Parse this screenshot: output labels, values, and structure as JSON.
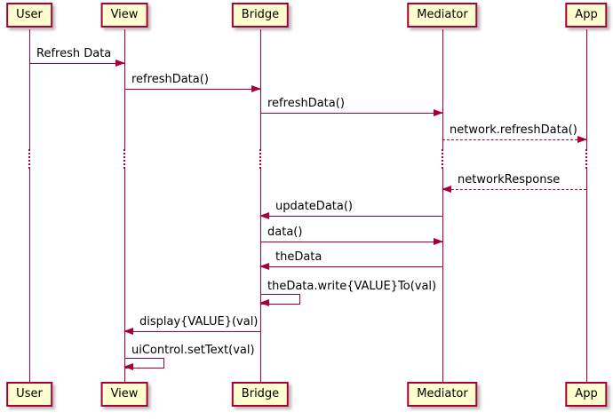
{
  "diagram": {
    "kind": "uml-sequence-diagram",
    "participants": [
      {
        "name": "User"
      },
      {
        "name": "View"
      },
      {
        "name": "Bridge"
      },
      {
        "name": "Mediator"
      },
      {
        "name": "App"
      }
    ],
    "messages": [
      {
        "from": "User",
        "to": "View",
        "label": "Refresh Data",
        "line": "solid"
      },
      {
        "from": "View",
        "to": "Bridge",
        "label": "refreshData()",
        "line": "solid"
      },
      {
        "from": "Bridge",
        "to": "Mediator",
        "label": "refreshData()",
        "line": "solid"
      },
      {
        "from": "Mediator",
        "to": "App",
        "label": "network.refreshData()",
        "line": "dashed"
      },
      {
        "from": "App",
        "to": "Mediator",
        "label": "networkResponse",
        "line": "dashed"
      },
      {
        "from": "Mediator",
        "to": "Bridge",
        "label": "updateData()",
        "line": "solid"
      },
      {
        "from": "Bridge",
        "to": "Mediator",
        "label": "data()",
        "line": "solid"
      },
      {
        "from": "Mediator",
        "to": "Bridge",
        "label": "theData",
        "line": "solid"
      },
      {
        "from": "Bridge",
        "to": "Bridge",
        "label": "theData.write{VALUE}To(val)",
        "line": "self"
      },
      {
        "from": "Bridge",
        "to": "View",
        "label": "display{VALUE}(val)",
        "line": "solid"
      },
      {
        "from": "View",
        "to": "View",
        "label": "uiControl.setText(val)",
        "line": "self"
      }
    ],
    "delay_band_present": true,
    "colors": {
      "participant_fill": "#FEFECE",
      "border": "#A80036",
      "arrow": "#A80036",
      "text": "#000000",
      "background": "#FFFFFF"
    }
  }
}
